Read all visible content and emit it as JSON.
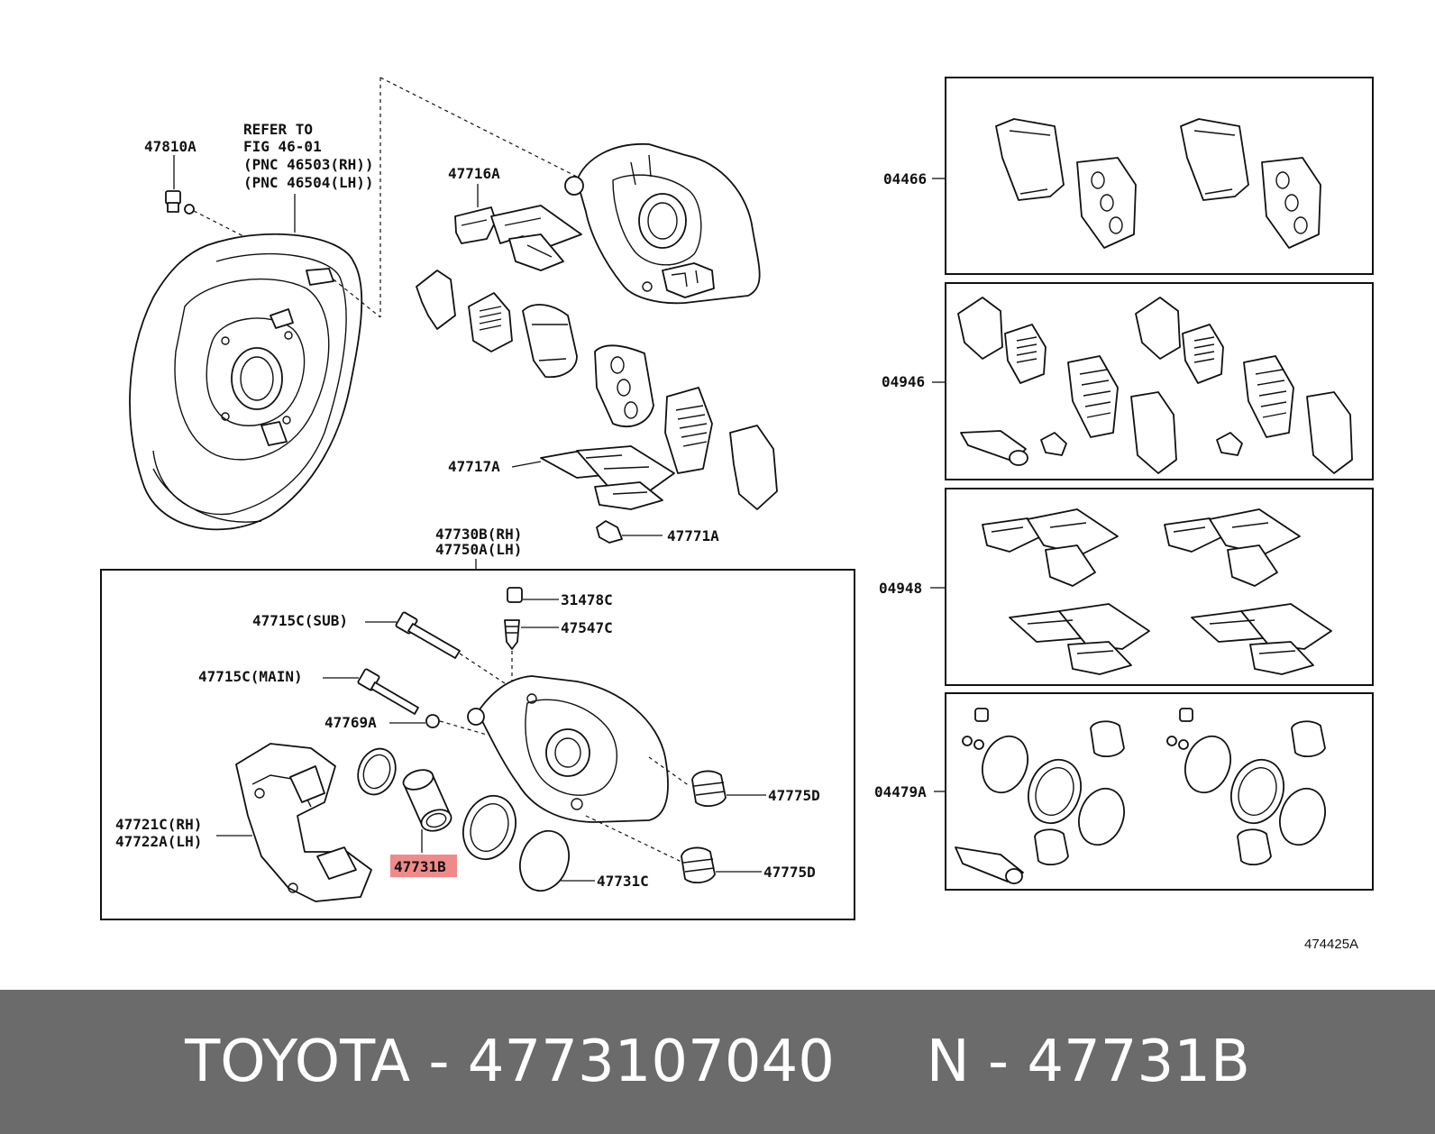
{
  "diagram": {
    "note_lines": [
      "REFER TO",
      "FIG 46-01",
      "(PNC 46503(RH))",
      "(PNC 46504(LH))"
    ],
    "labels": {
      "l_47810A": "47810A",
      "l_47716A": "47716A",
      "l_47717A": "47717A",
      "l_47771A": "47771A",
      "l_47730B": "47730B(RH)",
      "l_47750A": "47750A(LH)",
      "l_31478C": "31478C",
      "l_47547C": "47547C",
      "l_47715C_sub": "47715C(SUB)",
      "l_47715C_main": "47715C(MAIN)",
      "l_47769A": "47769A",
      "l_47721C": "47721C(RH)",
      "l_47722A": "47722A(LH)",
      "l_47731B": "47731B",
      "l_47731C": "47731C",
      "l_47775D_1": "47775D",
      "l_47775D_2": "47775D",
      "l_04466": "04466",
      "l_04946": "04946",
      "l_04948": "04948",
      "l_04479A": "04479A",
      "l_fig": "474425A"
    },
    "highlight_color": "#f08a8a"
  },
  "footer": {
    "brand": "TOYOTA",
    "separator": " - ",
    "part_number": "4773107040",
    "gap": "     ",
    "ref_prefix": "N",
    "ref_code": "47731B"
  }
}
